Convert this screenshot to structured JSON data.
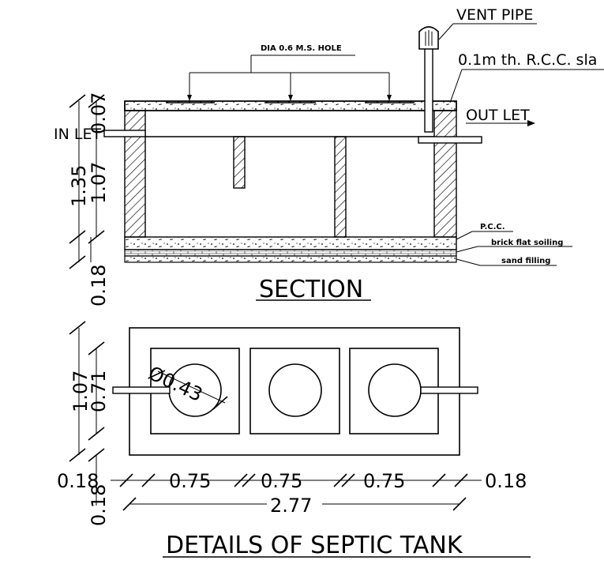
{
  "labels": {
    "vent_pipe": "VENT PIPE",
    "rcc_slab": "0.1m th. R.C.C. sla",
    "ms_hole": "DIA 0.6 M.S. HOLE",
    "inlet": "IN LET",
    "outlet": "OUT LET",
    "pcc": "P.C.C.",
    "brick_soling": "brick flat soiling",
    "sand_filling": "sand filling",
    "section_title": "SECTION",
    "details_title": "DETAILS OF SEPTIC TANK",
    "hole_dia": "Ø0.43"
  },
  "section_dims": {
    "d_007": "0.07",
    "d_107": "1.07",
    "d_135": "1.35",
    "d_018": "0.18"
  },
  "plan_dims": {
    "v_107": "1.07",
    "v_071": "0.71",
    "v_018": "0.18",
    "h_018_left": "0.18",
    "h_075": "0.75",
    "h_07a": "0.75",
    "h_07b": "0.75",
    "h_018_right": "0.18",
    "total": "2.77"
  }
}
